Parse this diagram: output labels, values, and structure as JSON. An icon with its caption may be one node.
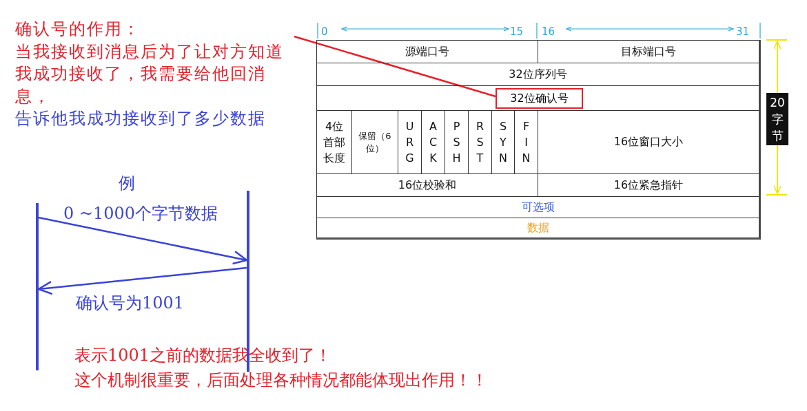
{
  "diagram": {
    "nodes": [
      {
        "text": [
          "确认号的作用：",
          "当我接收到消息后为了让对方知道我成功接收了，我需要给他回消息，",
          "告诉他我成功接收到了多少数据"
        ]
      },
      {
        "text": [
          "32位确认号"
        ]
      },
      {
        "text": [],
        "shape": "bar"
      },
      {
        "text": [],
        "shape": "bar"
      }
    ],
    "edges": [
      {
        "from": 0,
        "to": 1,
        "arrow": "none",
        "color": "#e8202a"
      },
      {
        "from": 2,
        "to": 3,
        "arrow": "to",
        "label": "0 ~1000个字节数据"
      },
      {
        "from": 3,
        "to": 2,
        "arrow": "to",
        "label": "确认号为1001"
      }
    ],
    "labels": [
      "0",
      "15",
      "16",
      "31",
      "源端口号",
      "目标端口号",
      "32位序列号",
      "4位首部长度",
      "保留（6位）",
      "URG",
      "ACK",
      "PSH",
      "RST",
      "SYN",
      "FIN",
      "16位窗口大小",
      "16位校验和",
      "16位紧急指针",
      "可选项",
      "数据",
      "20字节",
      "例",
      "表示1001之前的数据我全收到了！",
      "这个机制很重要，后面处理各种情况都能体现出作用！！"
    ]
  }
}
